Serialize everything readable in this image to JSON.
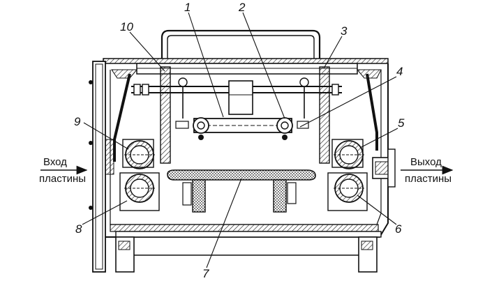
{
  "labels": {
    "input_line1": "Вход",
    "input_line2": "пластины",
    "output_line1": "Выход",
    "output_line2": "пластины"
  },
  "callouts": [
    "1",
    "2",
    "3",
    "4",
    "5",
    "6",
    "7",
    "8",
    "9",
    "10"
  ],
  "colors": {
    "ink": "#111111",
    "hatch": "#333333",
    "background": "#ffffff"
  }
}
